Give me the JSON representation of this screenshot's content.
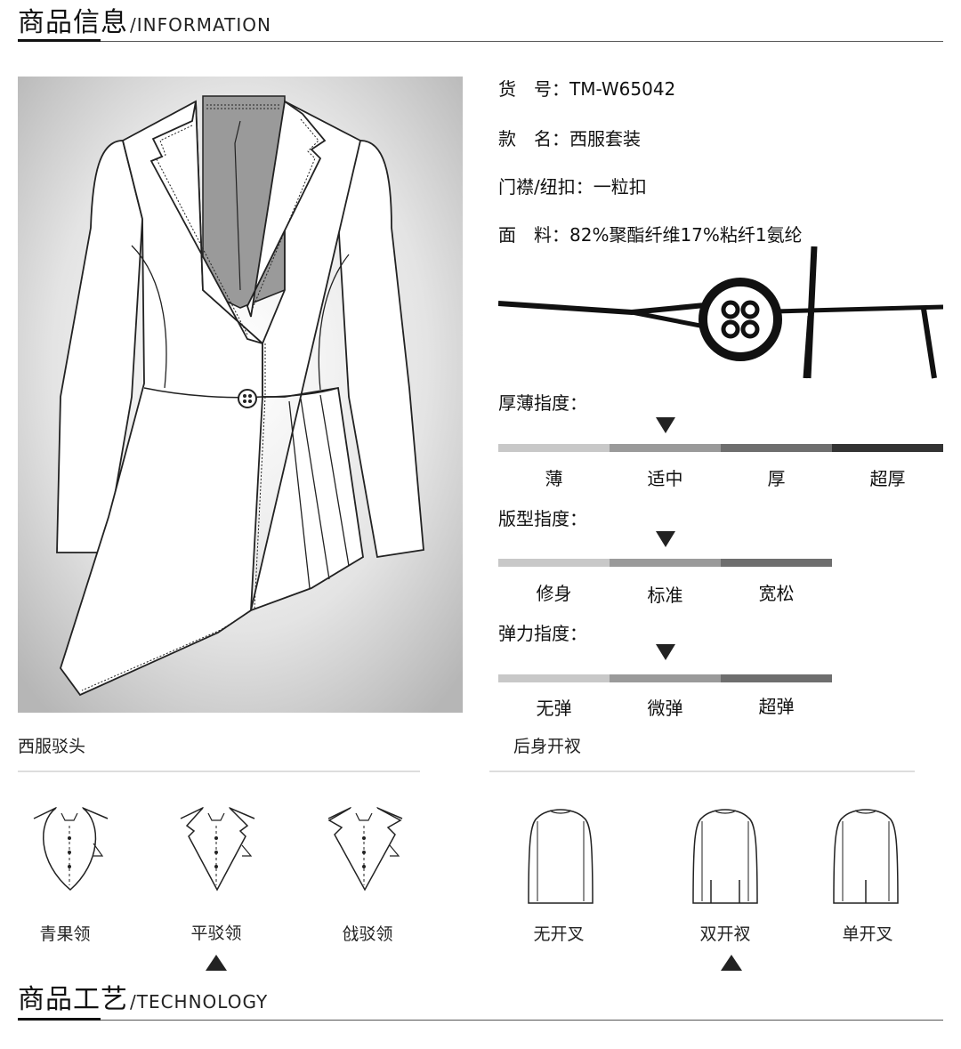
{
  "info_section": {
    "title_cn": "商品信息",
    "title_en": "/INFORMATION"
  },
  "specs": [
    {
      "label": "货　号：",
      "value": "TM-W65042"
    },
    {
      "label": "款　名：",
      "value": "西服套装"
    },
    {
      "label": "门襟/纽扣：",
      "value": "一粒扣"
    },
    {
      "label": "面　料：",
      "value": "82%聚酯纤维17%粘纤1氨纶"
    }
  ],
  "indicators": [
    {
      "title": "厚薄指度：",
      "options": [
        "薄",
        "适中",
        "厚",
        "超厚"
      ],
      "selected": 1
    },
    {
      "title": "版型指度：",
      "options": [
        "修身",
        "标准",
        "宽松"
      ],
      "selected": 1
    },
    {
      "title": "弹力指度：",
      "options": [
        "无弹",
        "微弹",
        "超弹"
      ],
      "selected": 1
    }
  ],
  "segment_colors": [
    "#c8c8c8",
    "#9a9a9a",
    "#6e6e6e",
    "#333333"
  ],
  "lapel": {
    "caption": "西服驳头",
    "options": [
      "青果领",
      "平驳领",
      "戗驳领"
    ],
    "selected": 1
  },
  "vent": {
    "caption": "后身开衩",
    "options": [
      "无开叉",
      "双开衩",
      "单开叉"
    ],
    "selected": 1
  },
  "tech_section": {
    "title_cn": "商品工艺",
    "title_en": "/TECHNOLOGY"
  }
}
